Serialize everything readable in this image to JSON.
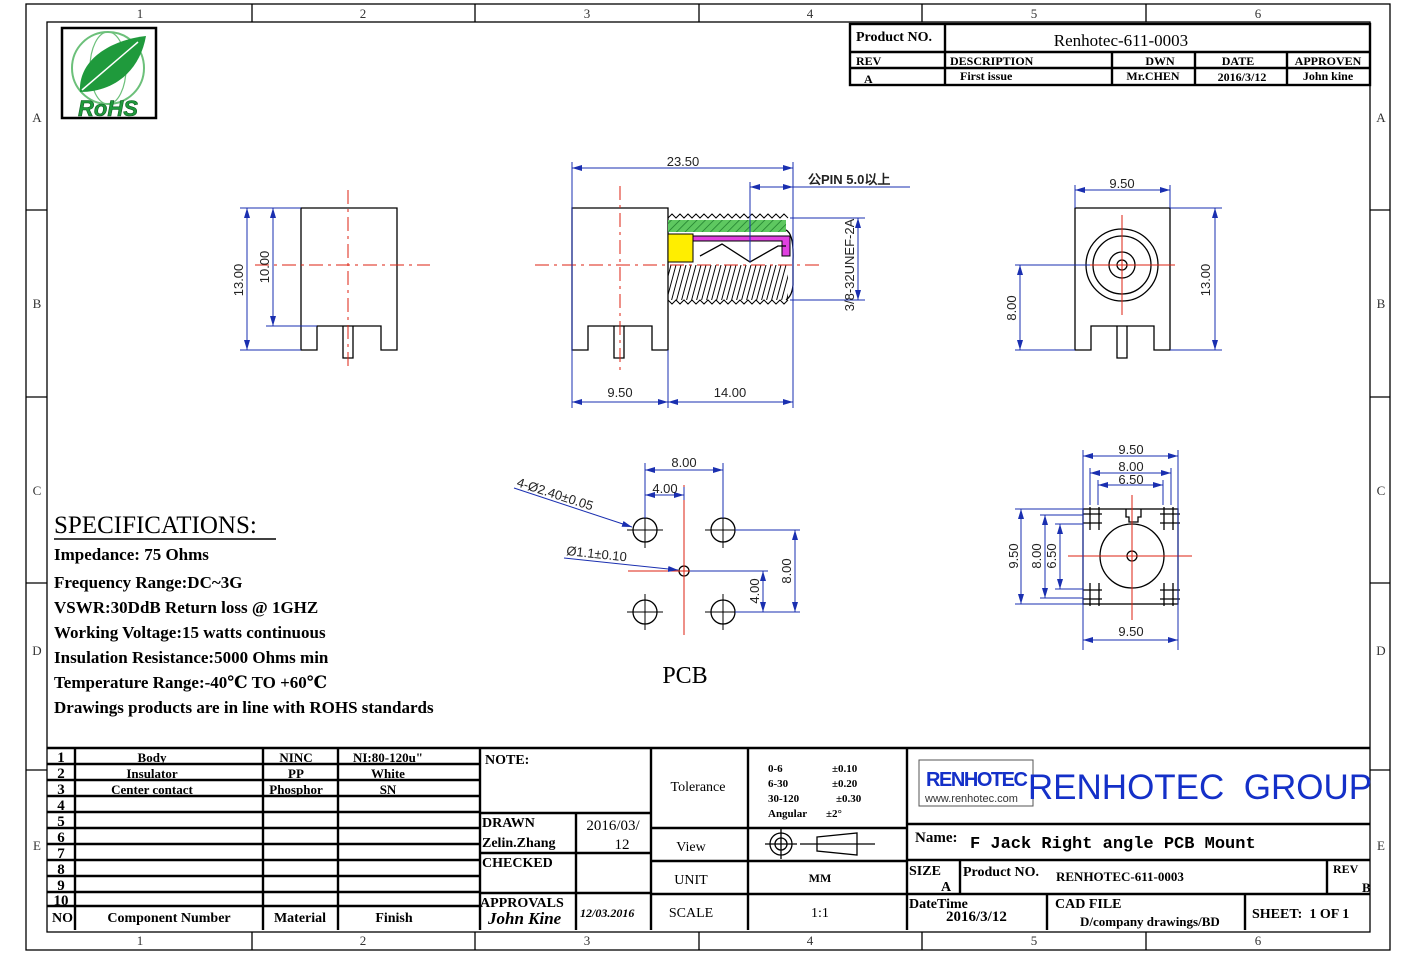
{
  "grid": {
    "columns": [
      "1",
      "2",
      "3",
      "4",
      "5",
      "6"
    ],
    "rows": [
      "A",
      "B",
      "C",
      "D",
      "E"
    ]
  },
  "logo": {
    "text": "RoHS"
  },
  "revision_block": {
    "product_no_label": "Product NO.",
    "product_no": "Renhotec-611-0003",
    "headers": [
      "REV",
      "DESCRIPTION",
      "DWN",
      "DATE",
      "APPROVEN"
    ],
    "row": [
      "A",
      "First issue",
      "Mr.CHEN",
      "2016/3/12",
      "John kine"
    ]
  },
  "dimensions": {
    "front_height": "13.00",
    "front_inner": "10.00",
    "side_total": "23.50",
    "pin_note": "公PIN 5.0以上",
    "thread": "3/8-32UNEF-2A",
    "side_body": "9.50",
    "side_thread": "14.00",
    "end_width": "9.50",
    "end_height": "13.00",
    "end_center": "8.00",
    "pcb_span": "8.00",
    "pcb_half": "4.00",
    "pcb_holes": "4-Ø2.40±0.05",
    "pcb_center_hole": "Ø1.1±0.10",
    "pcb_v_span": "8.00",
    "pcb_v_half": "4.00",
    "pcb_label": "PCB",
    "bottom_w1": "9.50",
    "bottom_w2": "8.00",
    "bottom_w3": "6.50",
    "bottom_h1": "9.50",
    "bottom_h2": "8.00",
    "bottom_h3": "6.50",
    "bottom_w_bottom": "9.50"
  },
  "specifications": {
    "title": "SPECIFICATIONS:",
    "lines": [
      "Impedance: 75 Ohms",
      "Frequency Range:DC~3G",
      "VSWR:30DdB Return loss @ 1GHZ",
      "Working Voltage:15 watts continuous",
      "Insulation Resistance:5000 Ohms min",
      "Temperature Range:-40℃ TO +60℃",
      "Drawings products are in line with ROHS standards"
    ]
  },
  "bom": {
    "rows": [
      [
        "1",
        "Body",
        "NINC",
        "NI:80-120u\""
      ],
      [
        "2",
        "Insulator",
        "PP",
        "White"
      ],
      [
        "3",
        "Center contact",
        "Phosphor",
        "SN"
      ],
      [
        "4",
        "",
        "",
        ""
      ],
      [
        "5",
        "",
        "",
        ""
      ],
      [
        "6",
        "",
        "",
        ""
      ],
      [
        "7",
        "",
        "",
        ""
      ],
      [
        "8",
        "",
        "",
        ""
      ],
      [
        "9",
        "",
        "",
        ""
      ],
      [
        "10",
        "",
        "",
        ""
      ]
    ],
    "header": [
      "NO",
      "Component Number",
      "Material",
      "Finish"
    ]
  },
  "approval": {
    "note_label": "NOTE:",
    "drawn_label": "DRAWN",
    "drawn_by": "Zelin.Zhang",
    "drawn_date_1": "2016/03/",
    "drawn_date_2": "12",
    "checked_label": "CHECKED",
    "approvals_label": "APPROVALS",
    "approver_signature": "John Kine",
    "approval_date": "12/03.2016"
  },
  "tolerance": {
    "label": "Tolerance",
    "rows": [
      [
        "0-6",
        "±0.10"
      ],
      [
        "6-30",
        "±0.20"
      ],
      [
        "30-120",
        "±0.30"
      ],
      [
        "Angular",
        "±2°"
      ]
    ],
    "view_label": "View",
    "unit_label": "UNIT",
    "unit": "MM",
    "scale_label": "SCALE",
    "scale": "1:1"
  },
  "title_block": {
    "brand_logo_top": "RENHOTEC",
    "brand_logo_url": "www.renhotec.com",
    "company": "RENHOTEC  GROUP",
    "name_label": "Name:",
    "name": "F Jack Right angle PCB Mount",
    "size_label": "SIZE",
    "size": "A",
    "product_no_label": "Product NO.",
    "product_no": "RENHOTEC-611-0003",
    "rev_label": "REV",
    "rev": "B",
    "datetime_label": "DateTime",
    "datetime": "2016/3/12",
    "cad_label": "CAD FILE",
    "cad_path": "D/company drawings/BD",
    "sheet": "SHEET:  1 OF 1"
  },
  "colors": {
    "dimension": "#1a2fb0",
    "centerline": "#dd2211",
    "brand_blue": "#1430c8",
    "brand_red": "#e02020",
    "rohs_green": "#1f9a3c"
  }
}
